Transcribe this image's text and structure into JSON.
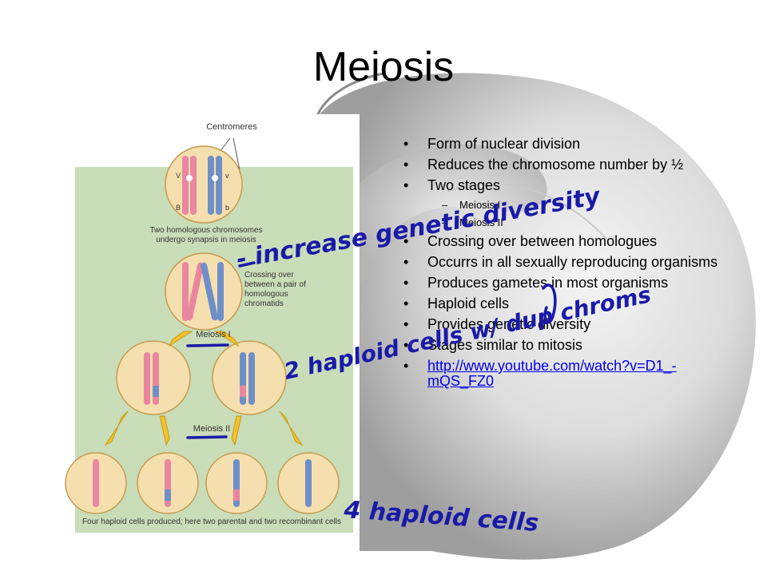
{
  "slide": {
    "title": "Meiosis",
    "bullets": [
      {
        "text": "Form of nuclear division",
        "level": 1
      },
      {
        "text": "Reduces the chromosome number by ½",
        "level": 1
      },
      {
        "text": "Two stages",
        "level": 1
      },
      {
        "text": "Meiosis I",
        "level": 2
      },
      {
        "text": "Meiosis II",
        "level": 2
      },
      {
        "text": "Crossing over between homologues",
        "level": 1
      },
      {
        "text": "Occurrs in all sexually reproducing organisms",
        "level": 1
      },
      {
        "text": "Produces gametes in most organisms",
        "level": 1
      },
      {
        "text": "Haploid cells",
        "level": 1
      },
      {
        "text": "Provides genetic diversity",
        "level": 1
      },
      {
        "text": "Stages similar to mitosis",
        "level": 1
      }
    ],
    "link": {
      "text": "http://www.youtube.com/watch?v=D1_-mQS_FZ0",
      "href": "http://www.youtube.com/watch?v=D1_-mQS_FZ0"
    }
  },
  "figure": {
    "centromeres_label": "Centromeres",
    "synapsis_caption": "Two homologous chromosomes undergo synapsis in meiosis",
    "crossing_caption": "Crossing over between a pair of homologous chromatids",
    "meiosis1_label": "Meiosis I",
    "meiosis2_label": "Meiosis II",
    "bottom_caption": "Four haploid cells produced; here two parental and two recombinant cells",
    "allele_labels": [
      "V",
      "v",
      "B",
      "b"
    ]
  },
  "annotations": {
    "increase_note": "- increase genetic diversity",
    "haploid_dup_note": "2 haploid cells w/ dup chroms",
    "four_haploid_note": "4 haploid cells"
  },
  "colors": {
    "figure_bg": "#c9ddb8",
    "cell_fill": "#f5dfae",
    "chrom_pink": "#e8879f",
    "chrom_blue": "#6f8fc9",
    "arrow_yellow": "#f2c230",
    "ink_blue": "#1a1aa8",
    "link_blue": "#0000ee"
  }
}
